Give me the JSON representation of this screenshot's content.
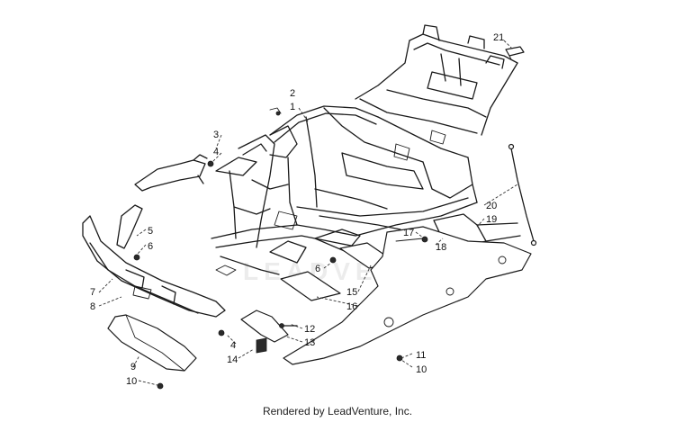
{
  "diagram": {
    "watermark": "LEADVENTURE",
    "callouts": [
      {
        "id": "c1",
        "text": "1"
      },
      {
        "id": "c2",
        "text": "2"
      },
      {
        "id": "c3",
        "text": "3"
      },
      {
        "id": "c4a",
        "text": "4"
      },
      {
        "id": "c4b",
        "text": "4"
      },
      {
        "id": "c5",
        "text": "5"
      },
      {
        "id": "c6a",
        "text": "6"
      },
      {
        "id": "c6b",
        "text": "6"
      },
      {
        "id": "c7",
        "text": "7"
      },
      {
        "id": "c8",
        "text": "8"
      },
      {
        "id": "c9",
        "text": "9"
      },
      {
        "id": "c10a",
        "text": "10"
      },
      {
        "id": "c10b",
        "text": "10"
      },
      {
        "id": "c11",
        "text": "11"
      },
      {
        "id": "c12",
        "text": "12"
      },
      {
        "id": "c13",
        "text": "13"
      },
      {
        "id": "c14",
        "text": "14"
      },
      {
        "id": "c15",
        "text": "15"
      },
      {
        "id": "c16",
        "text": "16"
      },
      {
        "id": "c17",
        "text": "17"
      },
      {
        "id": "c18",
        "text": "18"
      },
      {
        "id": "c19",
        "text": "19"
      },
      {
        "id": "c20",
        "text": "20"
      },
      {
        "id": "c21",
        "text": "21"
      }
    ]
  },
  "footer": {
    "text": "Rendered by LeadVenture, Inc."
  }
}
